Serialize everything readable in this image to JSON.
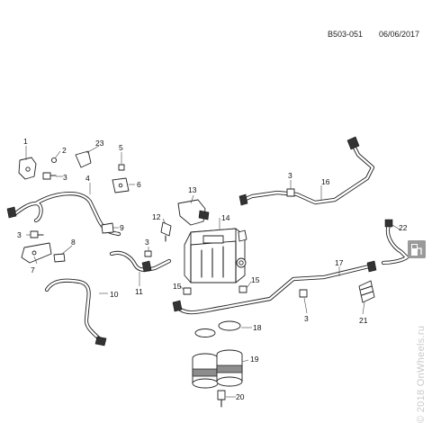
{
  "header": {
    "code": "B503-051",
    "date": "06/06/2017"
  },
  "watermark": "© 2018 OnWheels.ru",
  "callouts": [
    "1",
    "2",
    "3",
    "4",
    "5",
    "6",
    "7",
    "8",
    "9",
    "10",
    "11",
    "12",
    "13",
    "14",
    "15",
    "16",
    "17",
    "18",
    "19",
    "20",
    "21",
    "22",
    "23"
  ],
  "icons": {
    "watermark_badge": "fuel-station-icon"
  },
  "colors": {
    "line": "#222222",
    "watermark": "#c9c9c9"
  }
}
